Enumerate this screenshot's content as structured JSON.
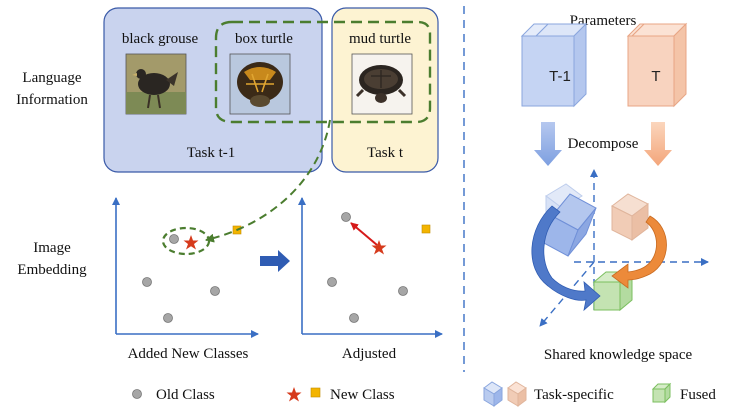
{
  "left_panel": {
    "row_label_language": [
      "Language",
      "Information"
    ],
    "row_label_image": [
      "Image",
      "Embedding"
    ],
    "task_prev": {
      "label": "Task t-1",
      "color": "#c9d3ee"
    },
    "task_curr": {
      "label": "Task t",
      "color": "#fdf3d2"
    },
    "classes": [
      {
        "name": "black grouse",
        "icon": "black-grouse-photo"
      },
      {
        "name": "box turtle",
        "icon": "box-turtle-photo"
      },
      {
        "name": "mud turtle",
        "icon": "mud-turtle-photo"
      }
    ],
    "plot_before_caption": "Added New Classes",
    "plot_after_caption": "Adjusted"
  },
  "right_panel": {
    "title": "Parameters",
    "cube_prev_label": "T-1",
    "cube_curr_label": "T",
    "decompose_label": "Decompose",
    "space_caption": "Shared knowledge space",
    "colors": {
      "blue": "#4f79c9",
      "orange": "#ec8a3a",
      "green": "#7bbf5f"
    }
  },
  "legend": {
    "old_class": "Old Class",
    "new_class": "New Class",
    "task_specific": "Task-specific",
    "fused": "Fused"
  },
  "colors": {
    "axis": "#3a6fc4",
    "dashed_green": "#4b7d2f",
    "old_point": "#a6a6a6",
    "new_star": "#d63a1c",
    "new_square": "#f3b400",
    "divider": "#3a6fc4"
  }
}
